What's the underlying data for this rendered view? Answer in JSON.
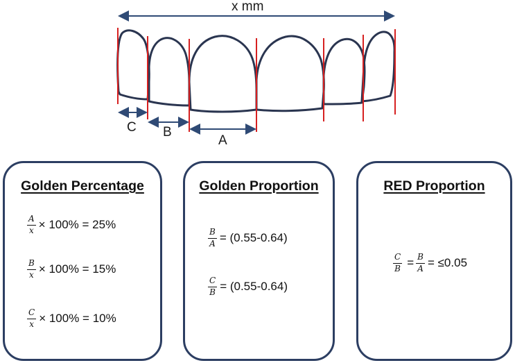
{
  "dimension_labels": {
    "total_width": "x mm",
    "central_incisor": "A",
    "lateral_incisor": "B",
    "canine": "C"
  },
  "panels": {
    "golden_percentage": {
      "title": "Golden Percentage",
      "formulas": [
        {
          "num": "A",
          "den": "x",
          "rhs": "× 100% = 25%"
        },
        {
          "num": "B",
          "den": "x",
          "rhs": "× 100% = 15%"
        },
        {
          "num": "C",
          "den": "x",
          "rhs": "× 100% = 10%"
        }
      ]
    },
    "golden_proportion": {
      "title": "Golden Proportion",
      "formulas": [
        {
          "num": "B",
          "den": "A",
          "rhs": "= (0.55-0.64)"
        },
        {
          "num": "C",
          "den": "B",
          "rhs": "= (0.55-0.64)"
        }
      ]
    },
    "red_proportion": {
      "title": "RED Proportion",
      "formula": {
        "f1_num": "C",
        "f1_den": "B",
        "eq1": "=",
        "f2_num": "B",
        "f2_den": "A",
        "rhs": "=  ≤0.05"
      }
    }
  },
  "colors": {
    "tooth_outline": "#2a3550",
    "red_lines": "#d62020",
    "arrows": "#2f4a75",
    "panel_border": "#2c3e62"
  }
}
